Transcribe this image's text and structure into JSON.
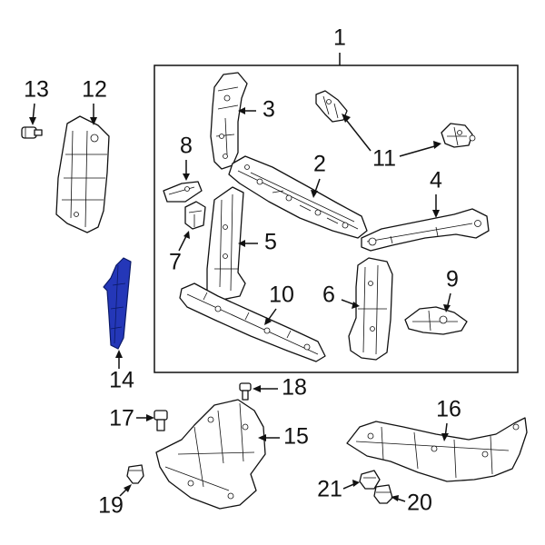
{
  "diagram": {
    "highlight_color": "#2437b8",
    "line_color": "#111111",
    "background": "#ffffff",
    "callouts": {
      "c1": "1",
      "c2": "2",
      "c3": "3",
      "c4": "4",
      "c5": "5",
      "c6": "6",
      "c7": "7",
      "c8": "8",
      "c9": "9",
      "c10": "10",
      "c11": "11",
      "c12": "12",
      "c13": "13",
      "c14": "14",
      "c15": "15",
      "c16": "16",
      "c17": "17",
      "c18": "18",
      "c19": "19",
      "c20": "20",
      "c21": "21"
    }
  }
}
